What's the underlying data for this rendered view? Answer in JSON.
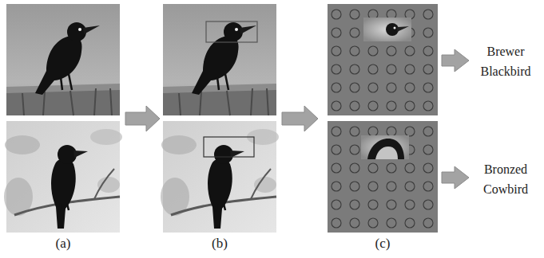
{
  "diagram": {
    "labels": [
      "Brewer Blackbird",
      "Bronzed Cowbird",
      "(a)",
      "(b)",
      "(c)"
    ]
  }
}
